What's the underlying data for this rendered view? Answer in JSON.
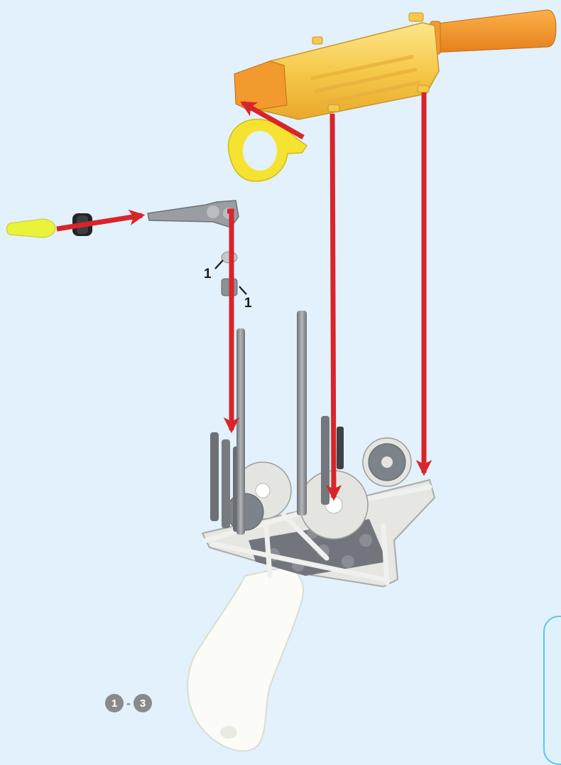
{
  "callouts": {
    "qty_top": "1",
    "qty_bottom": "1"
  },
  "steps": {
    "from": "1",
    "separator": "-",
    "to": "3"
  },
  "colors": {
    "background": "#e2f1fb",
    "arrow": "#d9242b",
    "barrel": "#f6c94a",
    "barrel_tube": "#f6941d",
    "tip": "#eaf23a",
    "rod": "#8e9196",
    "frame": "#e4e4e2",
    "handle": "#fbfcf7",
    "panel_border": "#59c9ee"
  }
}
